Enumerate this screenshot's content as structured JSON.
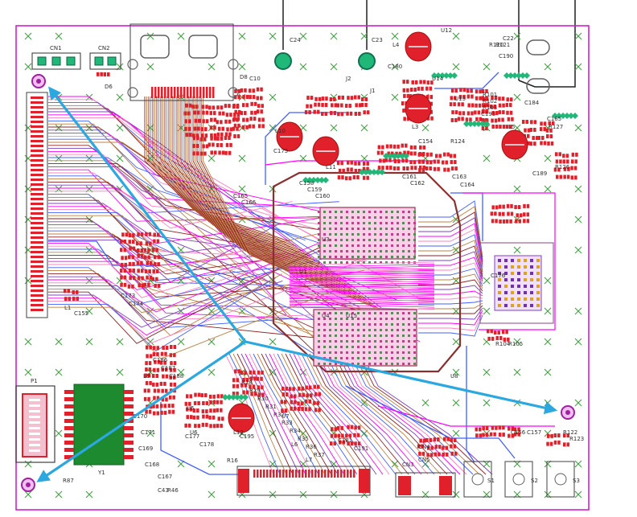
{
  "labels": {
    "cn1": "CN1",
    "cn2": "CN2",
    "d6": "D6",
    "d8": "D8",
    "c10": "C10",
    "l4": "L4",
    "u12": "U12",
    "c22": "C22",
    "c23": "C23",
    "c24": "C24",
    "c154": "C154",
    "c155": "C155",
    "c156": "C156",
    "c157": "C157",
    "c158": "C158",
    "c159": "C159",
    "c160": "C160",
    "c161": "C161",
    "c162": "C162",
    "c163": "C163",
    "c164": "C164",
    "c165": "C165",
    "c166": "C166",
    "c167": "C167",
    "c168": "C168",
    "c169": "C169",
    "c170": "C170",
    "c171": "C171",
    "c173": "C173",
    "c174": "C174",
    "c175": "C175",
    "c176": "C176",
    "c177": "C177",
    "c178": "C178",
    "c180": "C180",
    "c181": "C181",
    "c184": "C184",
    "c185": "C185",
    "c189": "C189",
    "c190": "C190",
    "c191": "C191",
    "c193": "C193",
    "c195": "C195",
    "l1": "L1",
    "l3": "L3",
    "l5": "L5",
    "l6": "L6",
    "l7": "L7",
    "l8": "L8",
    "l10": "L10",
    "l11": "L11",
    "l12": "L12",
    "r101": "R101",
    "r102": "R102",
    "r103": "R103",
    "r104": "R104",
    "r105": "R105",
    "r120": "R120",
    "r121": "R121",
    "r122": "R122",
    "r123": "R123",
    "r124": "R124",
    "r126": "R126",
    "r127": "R127",
    "u1": "U1",
    "u3": "U3",
    "u4": "U4",
    "u5": "U5",
    "u6": "U6",
    "u7": "U7",
    "u8": "U8",
    "u13": "U13",
    "u14": "U14",
    "u15": "U15",
    "j1": "J1",
    "j2": "J2",
    "p1": "P1",
    "s1": "S1",
    "s2": "S2",
    "s3": "S3",
    "y1": "Y1",
    "cn3": "CN3",
    "cn4": "CN4",
    "cn5": "CN5",
    "r87": "R87",
    "c43": "C43",
    "r46": "R46",
    "r16": "R16",
    "c186": "C186",
    "c187": "C187",
    "c188": "C188",
    "r28": "R28",
    "r29": "R29",
    "r30": "R30",
    "r31": "R31",
    "r32": "R32",
    "r33": "R33",
    "r34": "R34",
    "r35": "R35",
    "r36": "R36",
    "r37": "R37"
  },
  "colors": {
    "board_outline": "#d020d0",
    "pad_red": "#e0202a",
    "pad_green": "#20b878",
    "trace_magenta": "#ff00ff",
    "trace_pink": "#ff80c0",
    "trace_blue": "#4060ff",
    "trace_orange": "#c08040",
    "trace_dark_red": "#902020",
    "trace_purple": "#8040c0",
    "silkscreen": "#303030",
    "cross_marker": "#40a040",
    "arrow": "#2ba8e0"
  }
}
